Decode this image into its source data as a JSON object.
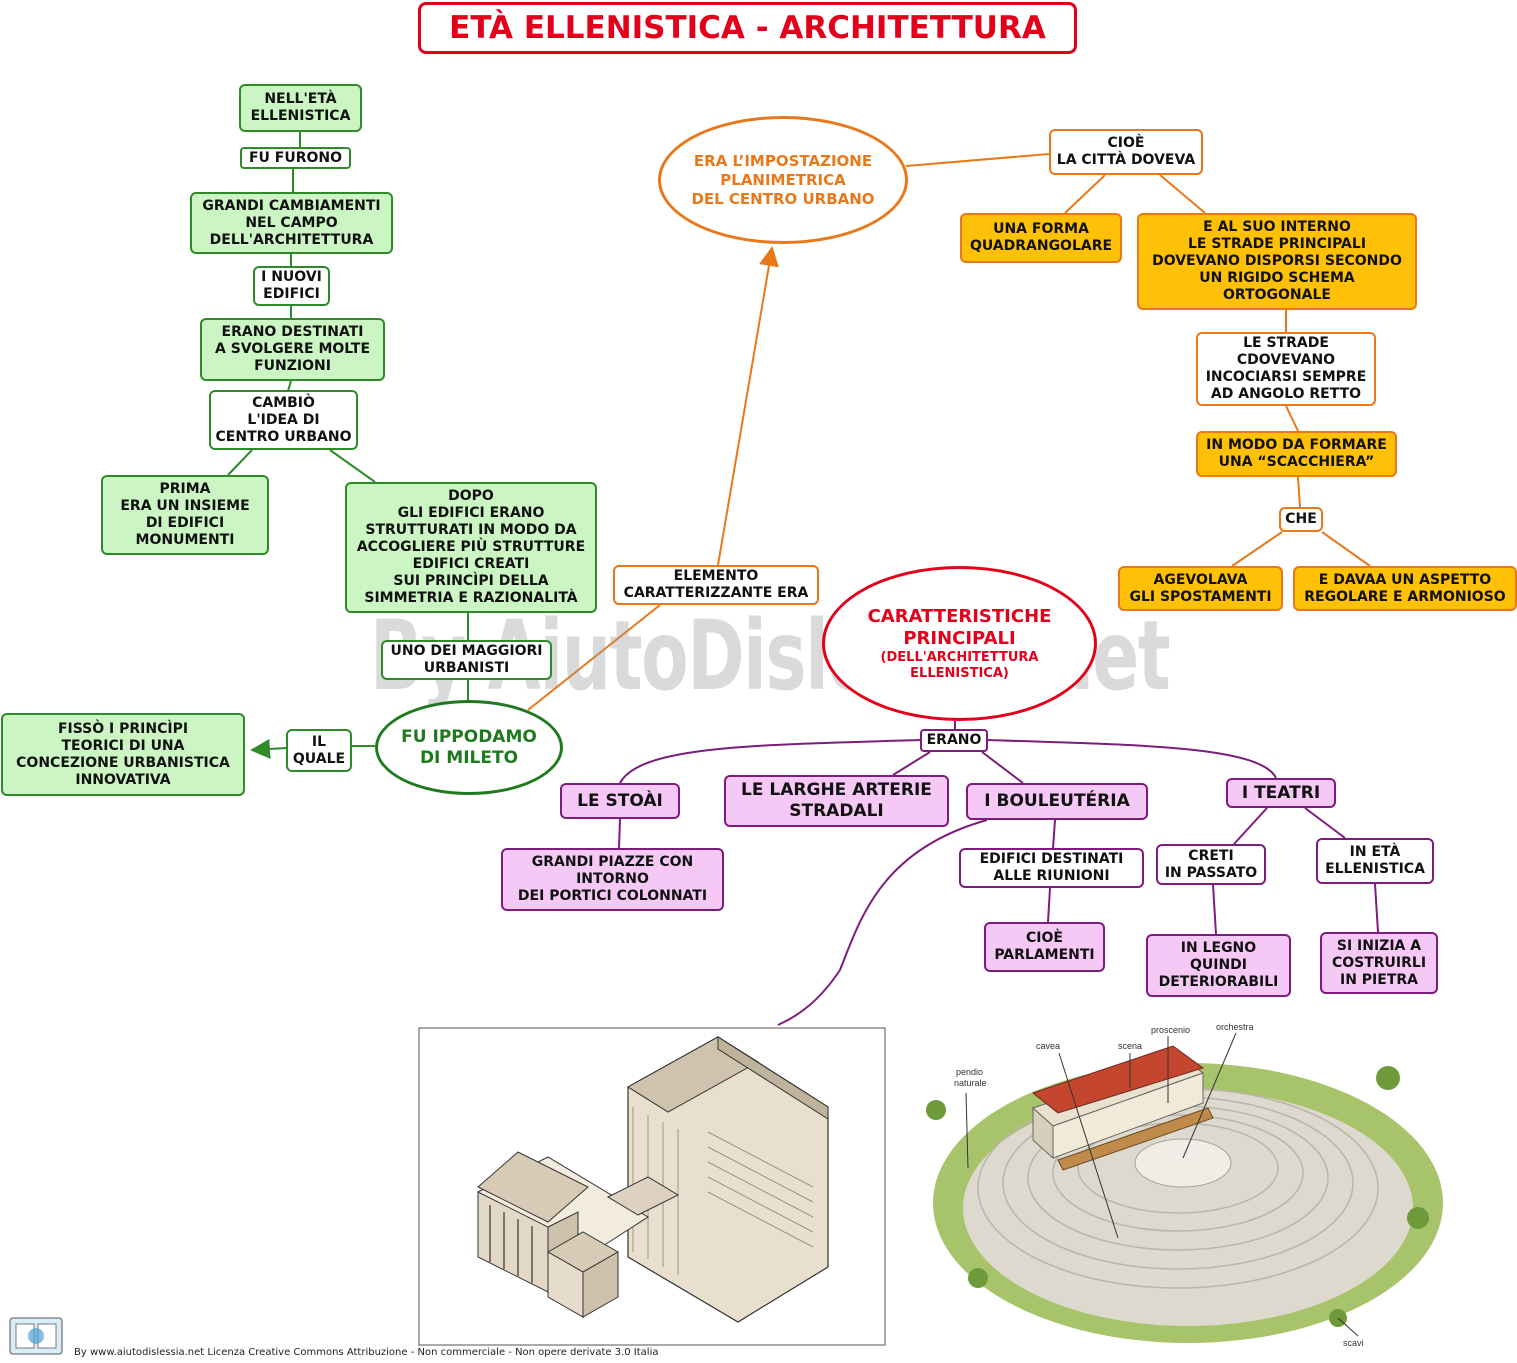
{
  "title": "ETÀ ELLENISTICA - ARCHITETTURA",
  "watermark": "By AiutoDislessia.net",
  "footer": "By www.aiutodislessia.net Licenza Creative Commons Attribuzione - Non commerciale - Non opere derivate 3.0 Italia",
  "colors": {
    "title_red": "#e3001b",
    "green_border": "#2f8a2a",
    "green_fill": "#ccf5c4",
    "orange_border": "#e8781a",
    "yellow_fill": "#ffc107",
    "purple_border": "#7c1c7c",
    "pink_fill": "#f6c8f6"
  },
  "left_branch": {
    "n1": "NELL'ETÀ\nELLENISTICA",
    "n2": "FU  FURONO",
    "n3": "GRANDI CAMBIAMENTI\nNEL CAMPO\nDELL'ARCHITETTURA",
    "n4": "I NUOVI\nEDIFICI",
    "n5": "ERANO DESTINATI\nA SVOLGERE MOLTE\nFUNZIONI",
    "n6": "CAMBIÒ\nL'IDEA DI\nCENTRO URBANO",
    "prima": "PRIMA\nERA UN  INSIEME\nDI EDIFICI\nMONUMENTI",
    "dopo": "DOPO\nGLI EDIFICI ERANO\nSTRUTTURATI IN MODO DA\nACCOGLIERE PIÙ STRUTTURE\nEDIFICI CREATI\nSUI PRINCÌPI  DELLA\nSIMMETRIA E RAZIONALITÀ",
    "urbanisti": "UNO DEI MAGGIORI\nURBANISTI",
    "ippodamo": "FU IPPODAMO\nDI MILETO",
    "il_quale": "IL\nQUALE",
    "fisso": "FISSÒ I PRINCÌPI\nTEORICI DI UNA\nCONCEZIONE URBANISTICA\nINNOVATIVA"
  },
  "right_branch": {
    "elemento": "ELEMENTO\nCARATTERIZZANTE ERA",
    "impostazione": "ERA L’IMPOSTAZIONE\nPLANIMETRICA\nDEL CENTRO URBANO",
    "cioe": "CIOÈ\nLA CITTÀ DOVEVA",
    "forma": "UNA FORMA\nQUADRANGOLARE",
    "interno": "E AL SUO INTERNO\nLE STRADE PRINCIPALI\nDOVEVANO DISPORSI SECONDO\nUN RIGIDO SCHEMA\nORTOGONALE",
    "strade": "LE STRADE\nCDOVEVANO\nINCOCIARSI SEMPRE\nAD ANGOLO RETTO",
    "scacchiera": "IN MODO DA FORMARE\nUNA “SCACCHIERA”",
    "che": "CHE",
    "agevolava": "AGEVOLAVA\nGLI SPOSTAMENTI",
    "aspetto": "E DAVAA UN ASPETTO\nREGOLARE E ARMONIOSO"
  },
  "features": {
    "title": "CARATTERISTICHE\nPRINCIPALI",
    "subtitle": "(DELL'ARCHITETTURA\nELLENISTICA)",
    "erano": "ERANO",
    "stoai": "LE STOÀI",
    "stoai_desc": "GRANDI PIAZZE CON\nINTORNO\nDEI PORTICI COLONNATI",
    "arterie": "LE LARGHE ARTERIE\nSTRADALI",
    "bouleuteria": "I BOULEUTÉRIA",
    "bouleuteria_desc": "EDIFICI  DESTINATI\nALLE  RIUNIONI",
    "parlamenti": "CIOÈ\nPARLAMENTI",
    "teatri": "I TEATRI",
    "passato": "CRETI\nIN PASSATO",
    "legno": "IN LEGNO\nQUINDI\nDETERIORABILI",
    "ellenistica": "IN ETÀ\nELLENISTICA",
    "pietra": "SI INIZIA A\nCOSTRUIRLI\nIN PIETRA"
  },
  "theatre_labels": {
    "pendio": "pendio\nnaturale",
    "cavea": "cavea",
    "scena": "scena",
    "proscenio": "proscenio",
    "orchestra": "orchestra",
    "scavi": "scavi"
  }
}
